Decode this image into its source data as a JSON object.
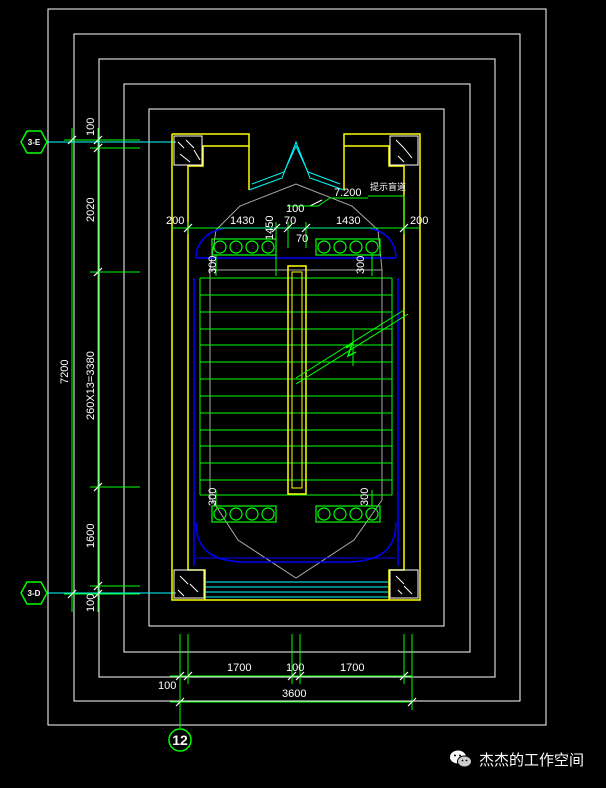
{
  "drawing": {
    "axis_top": "3-E",
    "axis_bottom": "3-D",
    "grid_bubble": "12",
    "left_dims": {
      "top_small": "100",
      "upper": "2020",
      "flight": "260X13=3380",
      "lower": "1600",
      "bottom_small": "100",
      "total": "7200"
    },
    "top_dims": {
      "left_wall": "200",
      "left_width": "1430",
      "gap_a": "70",
      "gap_b": "70",
      "right_width": "1430",
      "right_wall": "200",
      "landing": "1450",
      "step_100": "100",
      "rail_300_tl": "300",
      "rail_300_tr": "300",
      "rail_300_bl": "300",
      "rail_300_br": "300"
    },
    "level_mark": "7.200",
    "note_label": "提示盲道",
    "bottom_dims": {
      "left": "1700",
      "middle": "100",
      "right": "1700",
      "offset": "100",
      "total": "3600"
    }
  },
  "watermark": {
    "text": "杰杰的工作空间"
  },
  "colors": {
    "background": "#000000",
    "wall": "#ffff00",
    "stair": "#00ff00",
    "rail": "#0000ff",
    "frame": "#ffffff",
    "cyan": "#00ffff"
  }
}
